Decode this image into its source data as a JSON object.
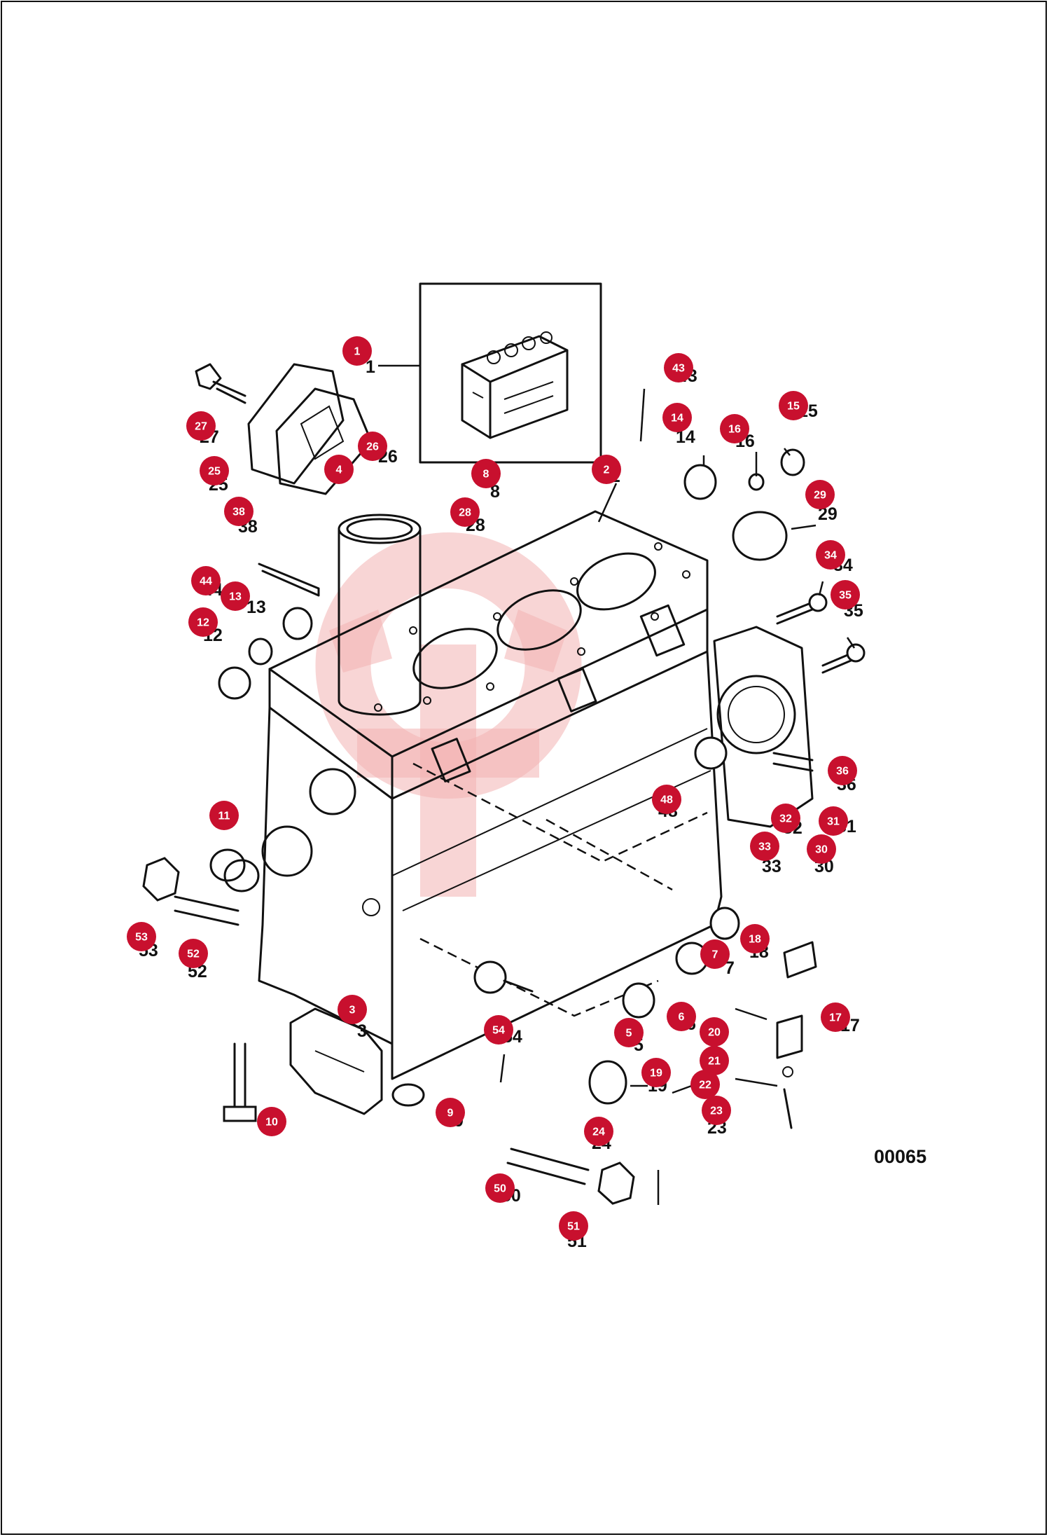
{
  "drawing_code": "00065",
  "colors": {
    "callout_badge": "#c8102e",
    "callout_text": "#ffffff",
    "line_art": "#111111",
    "watermark": "#f3b3b3"
  },
  "watermark": {
    "icon": "gear-logo-watermark-icon"
  },
  "callouts": [
    {
      "part": "1",
      "label": "1"
    },
    {
      "part": "2",
      "label": "2"
    },
    {
      "part": "3",
      "label": "3"
    },
    {
      "part": "4",
      "label": "4"
    },
    {
      "part": "5",
      "label": "5"
    },
    {
      "part": "6",
      "label": "6"
    },
    {
      "part": "7",
      "label": "7"
    },
    {
      "part": "8",
      "label": "8"
    },
    {
      "part": "9",
      "label": "9"
    },
    {
      "part": "10",
      "label": "10"
    },
    {
      "part": "11",
      "label": "11"
    },
    {
      "part": "12",
      "label": "12"
    },
    {
      "part": "13",
      "label": "13"
    },
    {
      "part": "14",
      "label": "14"
    },
    {
      "part": "15",
      "label": "15"
    },
    {
      "part": "16",
      "label": "16"
    },
    {
      "part": "17",
      "label": "17"
    },
    {
      "part": "18",
      "label": "18"
    },
    {
      "part": "19",
      "label": "19"
    },
    {
      "part": "20",
      "label": "20"
    },
    {
      "part": "21",
      "label": "21"
    },
    {
      "part": "22",
      "label": "22"
    },
    {
      "part": "23",
      "label": "23"
    },
    {
      "part": "24",
      "label": "24"
    },
    {
      "part": "25",
      "label": "25"
    },
    {
      "part": "26",
      "label": "26"
    },
    {
      "part": "27",
      "label": "27"
    },
    {
      "part": "28",
      "label": "28"
    },
    {
      "part": "29",
      "label": "29"
    },
    {
      "part": "30",
      "label": "30"
    },
    {
      "part": "31",
      "label": "31"
    },
    {
      "part": "32",
      "label": "32"
    },
    {
      "part": "33",
      "label": "33"
    },
    {
      "part": "34",
      "label": "34"
    },
    {
      "part": "35",
      "label": "35"
    },
    {
      "part": "36",
      "label": "36"
    },
    {
      "part": "38",
      "label": "38"
    },
    {
      "part": "43",
      "label": "43"
    },
    {
      "part": "44",
      "label": "44"
    },
    {
      "part": "48",
      "label": "48"
    },
    {
      "part": "50",
      "label": "50"
    },
    {
      "part": "51",
      "label": "51"
    },
    {
      "part": "52",
      "label": "52"
    },
    {
      "part": "53",
      "label": "53"
    },
    {
      "part": "54",
      "label": "54"
    }
  ],
  "printed_numbers": [
    "1",
    "2",
    "3",
    "4",
    "5",
    "6",
    "7",
    "8",
    "9",
    "12",
    "13",
    "14",
    "15",
    "16",
    "17",
    "18",
    "19",
    "23",
    "24",
    "25",
    "26",
    "27",
    "28",
    "29",
    "30",
    "31",
    "32",
    "33",
    "34",
    "35",
    "36",
    "38",
    "43",
    "44",
    "48",
    "50",
    "51",
    "52",
    "53",
    "54"
  ]
}
